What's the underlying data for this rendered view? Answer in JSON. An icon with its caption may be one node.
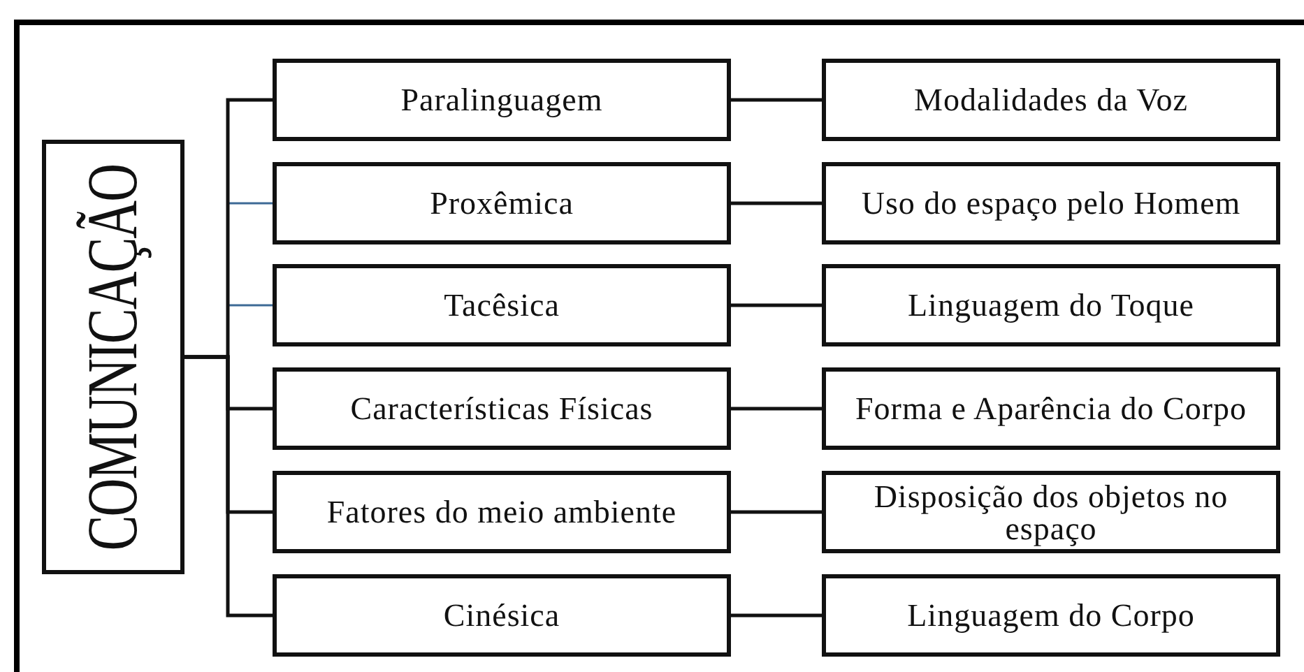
{
  "diagram": {
    "nodes": [
      {
        "text": [
          "COMUNICAÇÃO"
        ]
      },
      {
        "text": [
          "Paralinguagem"
        ]
      },
      {
        "text": [
          "Proxêmica"
        ]
      },
      {
        "text": [
          "Tacêsica"
        ]
      },
      {
        "text": [
          "Características Físicas"
        ]
      },
      {
        "text": [
          "Fatores do meio ambiente"
        ]
      },
      {
        "text": [
          "Cinésica"
        ]
      },
      {
        "text": [
          "Modalidades da Voz"
        ]
      },
      {
        "text": [
          "Uso do espaço pelo Homem"
        ]
      },
      {
        "text": [
          "Linguagem do Toque"
        ]
      },
      {
        "text": [
          "Forma e Aparência do Corpo"
        ]
      },
      {
        "text": [
          "Disposição dos objetos no espaço"
        ]
      },
      {
        "text": [
          "Linguagem do Corpo"
        ]
      }
    ],
    "edges": [
      {
        "from": 0,
        "to": 1,
        "arrow": "none"
      },
      {
        "from": 0,
        "to": 2,
        "arrow": "none",
        "color": "#3d6a96"
      },
      {
        "from": 0,
        "to": 3,
        "arrow": "none",
        "color": "#3d6a96"
      },
      {
        "from": 0,
        "to": 4,
        "arrow": "none"
      },
      {
        "from": 0,
        "to": 5,
        "arrow": "none"
      },
      {
        "from": 0,
        "to": 6,
        "arrow": "none"
      },
      {
        "from": 1,
        "to": 7,
        "arrow": "none"
      },
      {
        "from": 2,
        "to": 8,
        "arrow": "none"
      },
      {
        "from": 3,
        "to": 9,
        "arrow": "none"
      },
      {
        "from": 4,
        "to": 10,
        "arrow": "none"
      },
      {
        "from": 5,
        "to": 11,
        "arrow": "none"
      },
      {
        "from": 6,
        "to": 12,
        "arrow": "none"
      }
    ]
  }
}
